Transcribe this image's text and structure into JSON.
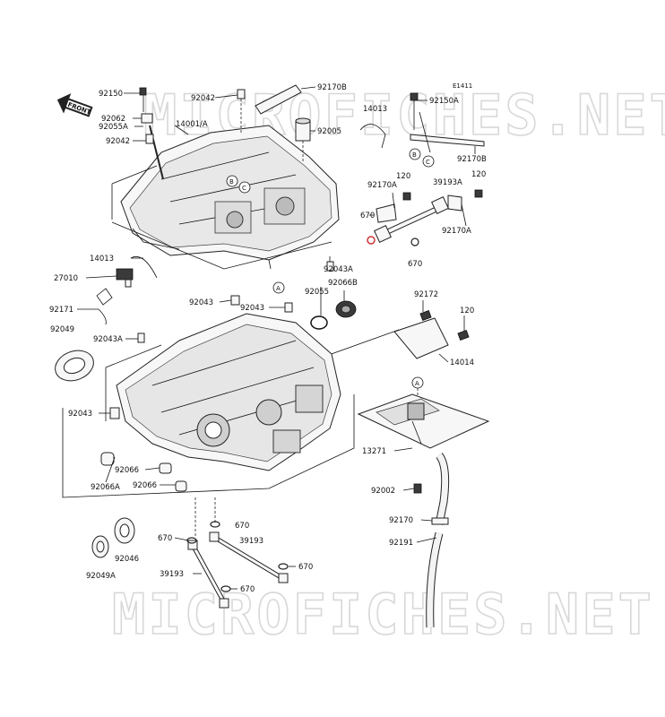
{
  "diagram": {
    "ref_code": "E1411",
    "front_tag": "FRONT",
    "watermark": "MICROFICHES.NET",
    "callout_a": "A",
    "callout_b": "B",
    "callout_c": "C",
    "labels": {
      "p92150": "92150",
      "p92062": "92062",
      "p92055a": "92055A",
      "p92042_left": "92042",
      "p92042_top": "92042",
      "p14001a": "14001/A",
      "p92170b_top": "92170B",
      "p92005": "92005",
      "p14013_top": "14013",
      "p92150a": "92150A",
      "p92170b_right": "92170B",
      "p120_a": "120",
      "p120_b": "120",
      "p92170a_left": "92170A",
      "p39193a": "39193A",
      "p670_a": "670",
      "p92170a_right": "92170A",
      "p670_b": "670",
      "p14013_left": "14013",
      "p27010": "27010",
      "p92043a_top": "92043A",
      "p92066b": "92066B",
      "p92055": "92055",
      "p92043_a": "92043",
      "p92043_b": "92043",
      "p92171": "92171",
      "p92172": "92172",
      "p120_c": "120",
      "p92049": "92049",
      "p92043a_mid": "92043A",
      "p14014": "14014",
      "p92043_left": "92043",
      "p13271": "13271",
      "p92066": "92066",
      "p92066a": "92066A",
      "p92066_low": "92066",
      "p92002": "92002",
      "p670_c": "670",
      "p670_d": "670",
      "p39193": "39193",
      "p92170": "92170",
      "p92191": "92191",
      "p92046": "92046",
      "p670_e": "670",
      "p39193_low": "39193",
      "p670_f": "670",
      "p92049a": "92049A"
    }
  }
}
